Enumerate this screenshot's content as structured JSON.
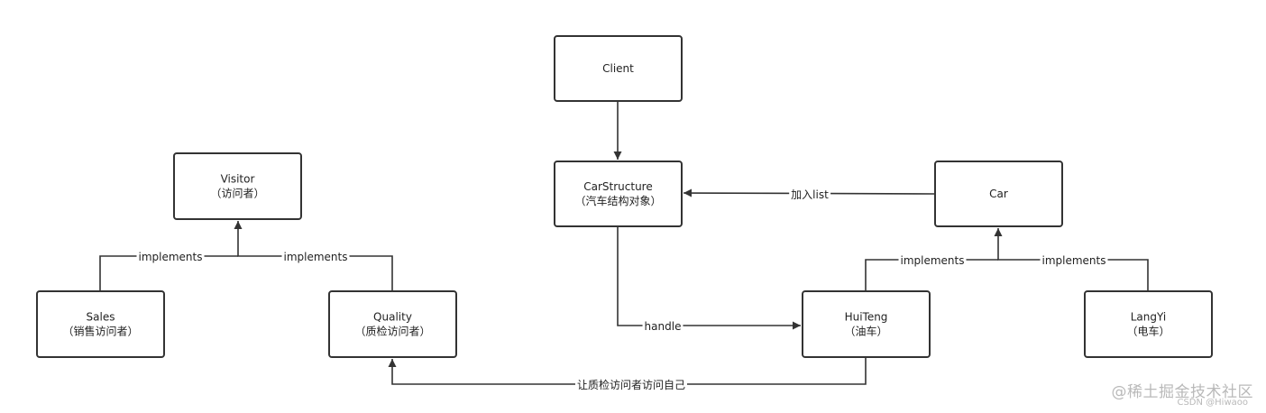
{
  "nodes": [
    {
      "id": "client",
      "lines": [
        "Client"
      ]
    },
    {
      "id": "car-structure",
      "lines": [
        "CarStructure",
        "（汽车结构对象）"
      ]
    },
    {
      "id": "visitor",
      "lines": [
        "Visitor",
        "（访问者）"
      ]
    },
    {
      "id": "car",
      "lines": [
        "Car"
      ]
    },
    {
      "id": "sales",
      "lines": [
        "Sales",
        "（销售访问者）"
      ]
    },
    {
      "id": "quality",
      "lines": [
        "Quality",
        "（质检访问者）"
      ]
    },
    {
      "id": "huiteng",
      "lines": [
        "HuiTeng",
        "（油车）"
      ]
    },
    {
      "id": "langyi",
      "lines": [
        "LangYi",
        "（电车）"
      ]
    }
  ],
  "edges": [
    {
      "id": "client-to-carstructure",
      "label": ""
    },
    {
      "id": "car-to-carstructure",
      "label": "加入list"
    },
    {
      "id": "sales-to-visitor",
      "label": "implements"
    },
    {
      "id": "quality-to-visitor",
      "label": "implements"
    },
    {
      "id": "huiteng-to-car",
      "label": "implements"
    },
    {
      "id": "langyi-to-car",
      "label": "implements"
    },
    {
      "id": "carstructure-to-huiteng",
      "label": "handle"
    },
    {
      "id": "huiteng-to-quality",
      "label": "让质检访问者访问自己"
    }
  ],
  "watermark": {
    "main": "@稀土掘金技术社区",
    "sub": "CSDN @Hiwaoo"
  }
}
